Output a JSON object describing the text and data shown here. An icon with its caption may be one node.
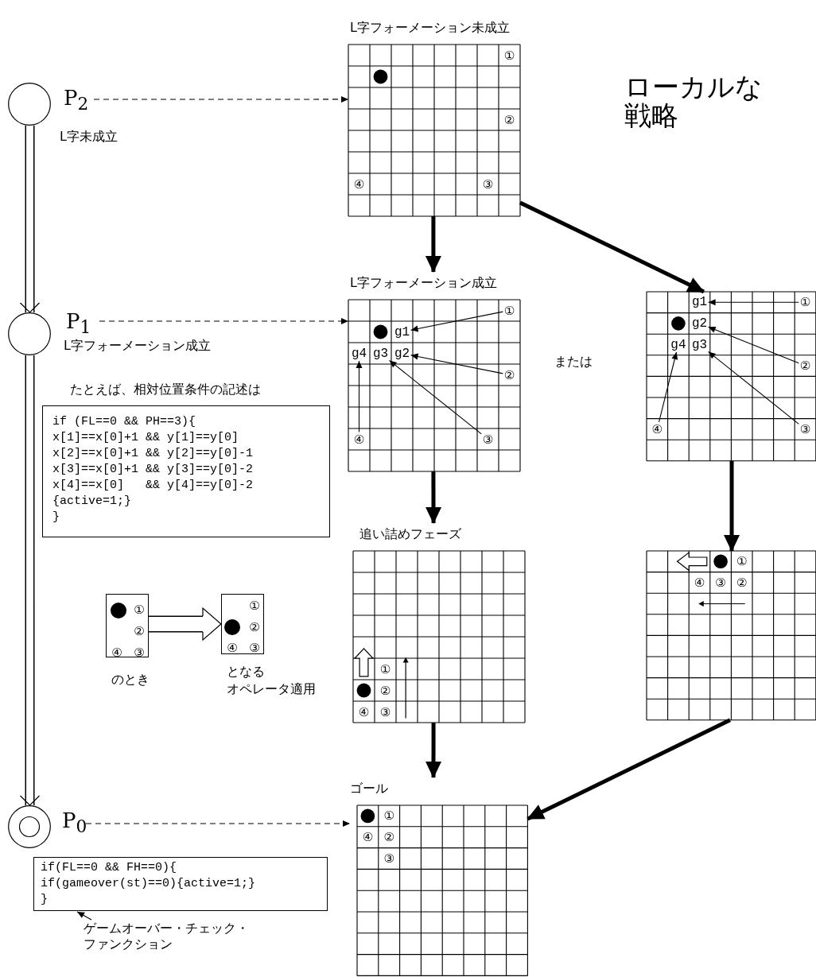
{
  "diagram": {
    "nodes": [
      {
        "text": [],
        "shape": "circle",
        "beside": [
          "P$_{2}$",
          "L字未成立"
        ]
      },
      {
        "text": [],
        "shape": "circle",
        "beside": [
          "P$_{1}$",
          "L字フォーメーション成立"
        ]
      },
      {
        "text": [],
        "shape": "circle",
        "beside": [
          "P$_{0}$"
        ]
      },
      {
        "text": [
          "①",
          "②",
          "④",
          "③"
        ],
        "beside": [
          "L字フォーメーション未成立"
        ]
      },
      {
        "text": [],
        "shape": "grid",
        "beside": [
          "L字フォーメーション成立"
        ]
      },
      {
        "text": [
          "①"
        ],
        "in": 4
      },
      {
        "text": [
          "g1"
        ],
        "in": 4
      },
      {
        "text": [
          "g4"
        ],
        "in": 4
      },
      {
        "text": [
          "g3"
        ],
        "in": 4
      },
      {
        "text": [
          "g2"
        ],
        "in": 4
      },
      {
        "text": [
          "②"
        ],
        "in": 4
      },
      {
        "text": [
          "④"
        ],
        "in": 4
      },
      {
        "text": [
          "③"
        ],
        "in": 4
      },
      {
        "text": [],
        "shape": "grid"
      },
      {
        "text": [
          "g1"
        ],
        "in": 13
      },
      {
        "text": [
          "①"
        ],
        "in": 13
      },
      {
        "text": [
          "g2"
        ],
        "in": 13
      },
      {
        "text": [
          "g4"
        ],
        "in": 13
      },
      {
        "text": [
          "g3"
        ],
        "in": 13
      },
      {
        "text": [
          "②"
        ],
        "in": 13
      },
      {
        "text": [
          "④"
        ],
        "in": 13
      },
      {
        "text": [
          "③"
        ],
        "in": 13
      },
      {
        "text": [
          "たとえば、相対位置条件の記述は",
          "if (FL==0 && PH==3){",
          "x[1]==x[0]+1 && y[1]==y[0]",
          "x[2]==x[0]+1 && y[2]==y[0]-1",
          "x[3]==x[0]+1 && y[3]==y[0]-2",
          "x[4]==x[0]   && y[4]==y[0]-2",
          "{active=1;}",
          "}"
        ]
      },
      {
        "text": [
          "①",
          "②",
          "④",
          "③"
        ],
        "beside": [
          "のとき"
        ]
      },
      {
        "text": [
          "①",
          "②",
          "④",
          "③"
        ],
        "beside": [
          "となる",
          "オペレータ適用"
        ]
      },
      {
        "text": [
          "①",
          "②",
          "④",
          "③"
        ],
        "beside": [
          "追い詰めフェーズ"
        ]
      },
      {
        "text": [
          "①",
          "④",
          "③",
          "②"
        ]
      },
      {
        "text": [
          "①",
          "④",
          "②",
          "③"
        ],
        "beside": [
          "ゴール"
        ]
      },
      {
        "text": [
          "if(FL==0 && FH==0){",
          "if(gameover(st)==0){active=1;}",
          "}"
        ]
      },
      {
        "text": [
          "ゲームオーバー・チェック・ファンクション"
        ]
      }
    ],
    "edges": [
      {
        "from": 0,
        "to": 1,
        "arrow": "to",
        "style": "thick"
      },
      {
        "from": 1,
        "to": 2,
        "arrow": "to",
        "style": "thick"
      },
      {
        "from": 0,
        "to": 3,
        "arrow": "to",
        "style": "dashed"
      },
      {
        "from": 1,
        "to": 4,
        "arrow": "to",
        "style": "dashed"
      },
      {
        "from": 2,
        "to": 27,
        "arrow": "to",
        "style": "dashed"
      },
      {
        "from": 3,
        "to": 4,
        "arrow": "to",
        "style": "thick"
      },
      {
        "from": 3,
        "to": 13,
        "arrow": "to",
        "style": "thick"
      },
      {
        "from": 5,
        "to": 6,
        "arrow": "to"
      },
      {
        "from": 10,
        "to": 9,
        "arrow": "to"
      },
      {
        "from": 12,
        "to": 8,
        "arrow": "to"
      },
      {
        "from": 11,
        "to": 7,
        "arrow": "to"
      },
      {
        "from": 15,
        "to": 14,
        "arrow": "to"
      },
      {
        "from": 19,
        "to": 16,
        "arrow": "to"
      },
      {
        "from": 21,
        "to": 18,
        "arrow": "to"
      },
      {
        "from": 20,
        "to": 17,
        "arrow": "to"
      },
      {
        "from": 4,
        "to": 25,
        "arrow": "to",
        "style": "thick"
      },
      {
        "from": 13,
        "to": 26,
        "arrow": "to",
        "style": "thick"
      },
      {
        "from": 23,
        "to": 24,
        "arrow": "to",
        "style": "thick"
      },
      {
        "from": 25,
        "to": 27,
        "arrow": "to",
        "style": "thick"
      },
      {
        "from": 26,
        "to": 27,
        "arrow": "to",
        "style": "thick"
      },
      {
        "from": 29,
        "to": 28,
        "arrow": "to"
      }
    ],
    "labels": [
      "ローカルな戦略",
      "または"
    ]
  }
}
